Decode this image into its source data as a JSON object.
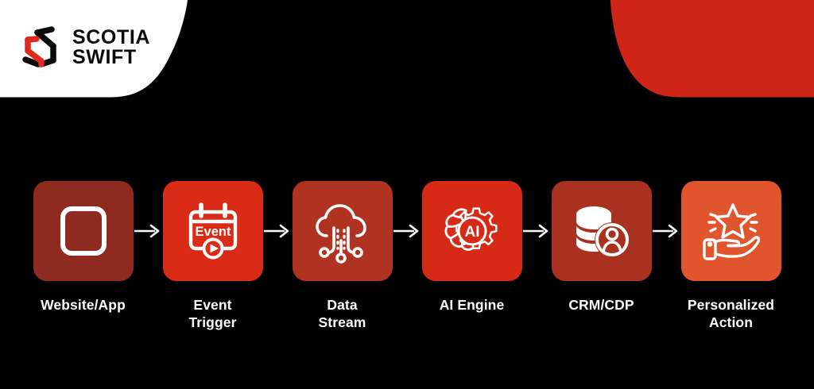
{
  "brand": {
    "logo_line1": "SCOTIA",
    "logo_line2": "SWIFT",
    "logo_mark_name": "scotia-swift-s-monogram",
    "colors": {
      "background": "#010101",
      "header_white": "#ffffff",
      "accent_red": "#cf2418",
      "logo_black": "#0b0b0b",
      "logo_red": "#e02b1c"
    }
  },
  "diagram": {
    "title": "",
    "arrow_label": "flows to",
    "steps": [
      {
        "label": "Website/App",
        "icon": "browser-window-icon",
        "tile_color": "#8e2a20"
      },
      {
        "label": "Event\nTrigger",
        "icon": "calendar-event-play-icon",
        "tile_color": "#d92b16",
        "icon_text": "Event"
      },
      {
        "label": "Data\nStream",
        "icon": "cloud-data-stream-icon",
        "tile_color": "#b03322"
      },
      {
        "label": "AI Engine",
        "icon": "brain-gear-ai-icon",
        "tile_color": "#d72a16",
        "icon_text": "AI"
      },
      {
        "label": "CRM/CDP",
        "icon": "database-user-icon",
        "tile_color": "#a83120"
      },
      {
        "label": "Personalized\nAction",
        "icon": "hand-star-icon",
        "tile_color": "#e0552c"
      }
    ]
  }
}
